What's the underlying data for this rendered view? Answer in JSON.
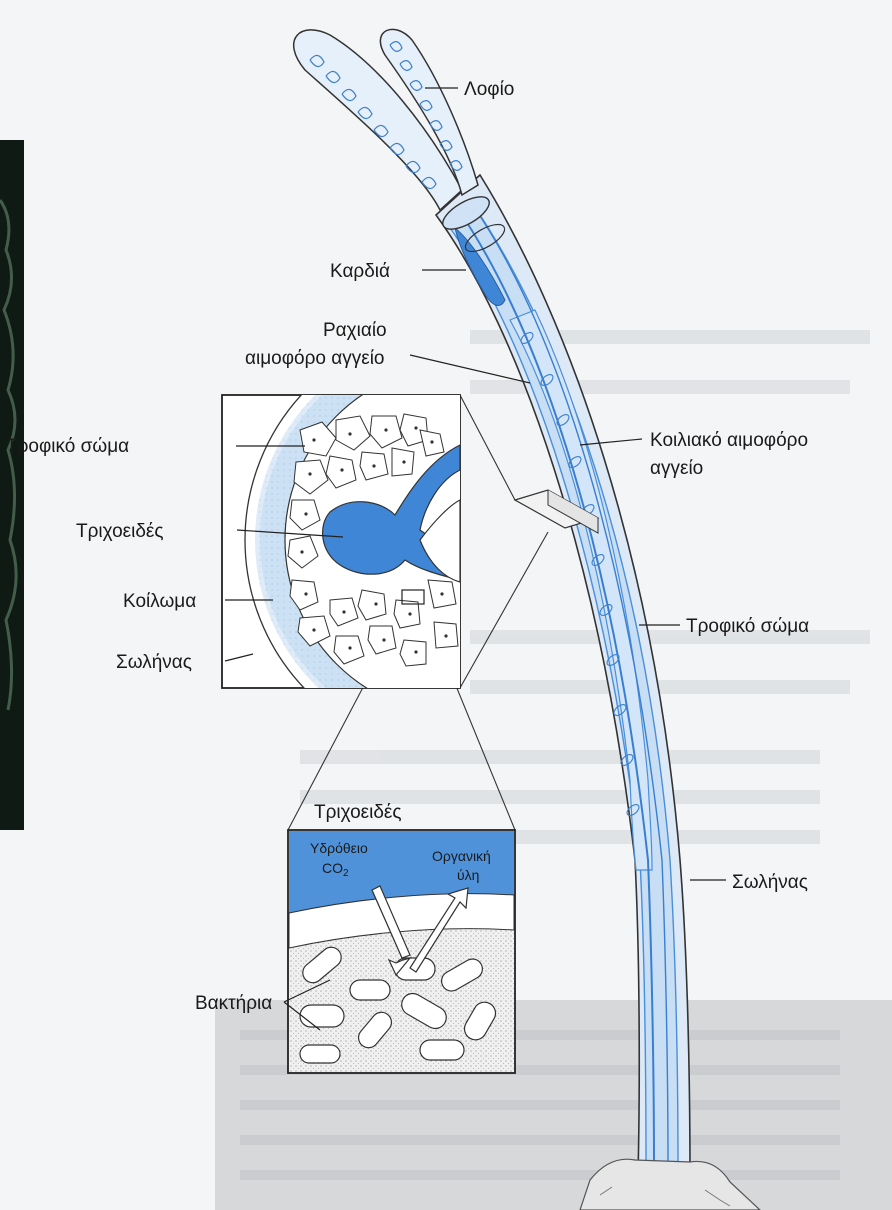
{
  "labels": {
    "lofio": "Λοφίο",
    "kardia": "Καρδιά",
    "rachiaio_line1": "Ραχιαίο",
    "rachiaio_line2": "αιμοφόρο αγγείο",
    "koiliako_line1": "Κοιλιακό αιμοφόρο",
    "koiliako_line2": "αγγείο",
    "trofiko_soma_left": "Τροφικό σώμα",
    "trichoeides_left": "Τριχοειδές",
    "koiloma": "Κοίλωμα",
    "solinas_left": "Σωλήνας",
    "trofiko_soma_right": "Τροφικό σώμα",
    "solinas_right": "Σωλήνας",
    "trichoeides_bottom": "Τριχοειδές",
    "ydrotheio": "Υδρόθειο",
    "co2": "CO",
    "co2_sub": "2",
    "organiki_line1": "Οργανική",
    "organiki_line2": "ύλη",
    "vaktiria": "Βακτήρια"
  },
  "colors": {
    "background": "#f4f5f6",
    "tube_fill": "#d9e9f7",
    "vessel_blue": "#4a8fd8",
    "light_blue": "#c6ddf4",
    "outline": "#2a2a2a",
    "photo_dark": "#101a14"
  }
}
